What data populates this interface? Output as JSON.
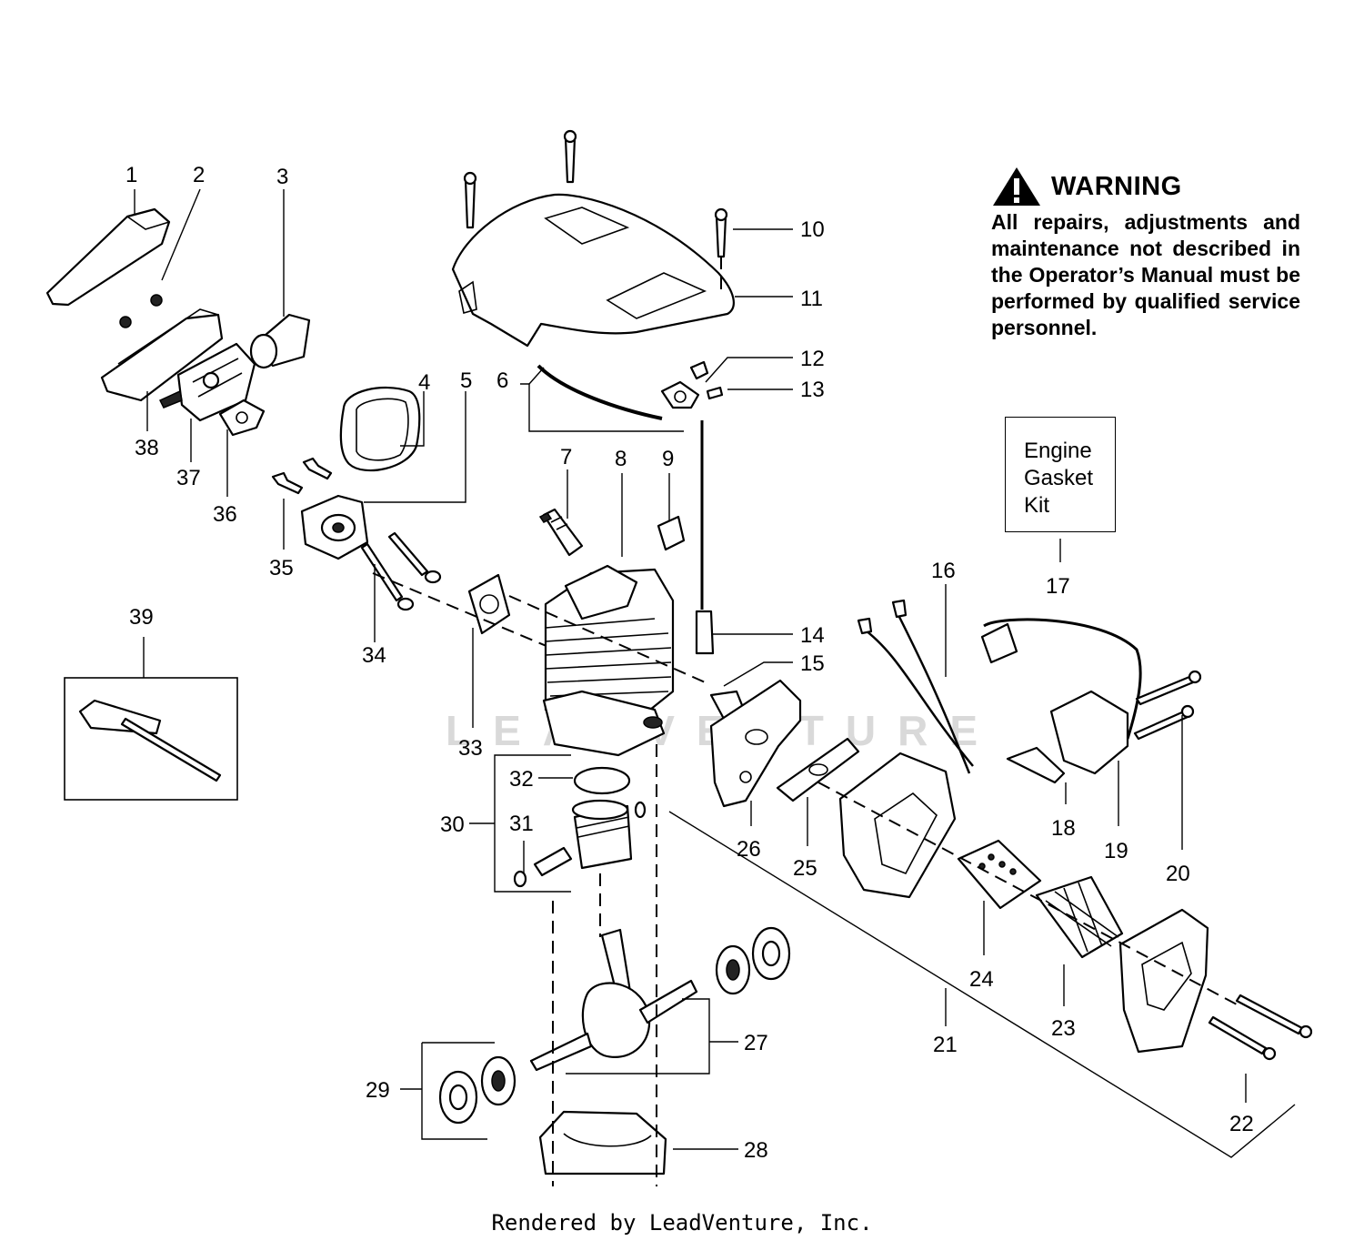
{
  "warning": {
    "title": "WARNING",
    "text": "All repairs, adjustments and maintenance not described in the Operator’s Manual must be performed by qualified service personnel."
  },
  "kit_box": {
    "line1": "Engine",
    "line2": "Gasket",
    "line3": "Kit"
  },
  "watermark": "LEADVENTURE",
  "footer": "Rendered by LeadVenture, Inc.",
  "callouts": [
    "1",
    "2",
    "3",
    "4",
    "5",
    "6",
    "7",
    "8",
    "9",
    "10",
    "11",
    "12",
    "13",
    "14",
    "15",
    "16",
    "17",
    "18",
    "19",
    "20",
    "21",
    "22",
    "23",
    "24",
    "25",
    "26",
    "27",
    "28",
    "29",
    "30",
    "31",
    "32",
    "33",
    "34",
    "35",
    "36",
    "37",
    "38",
    "39"
  ]
}
